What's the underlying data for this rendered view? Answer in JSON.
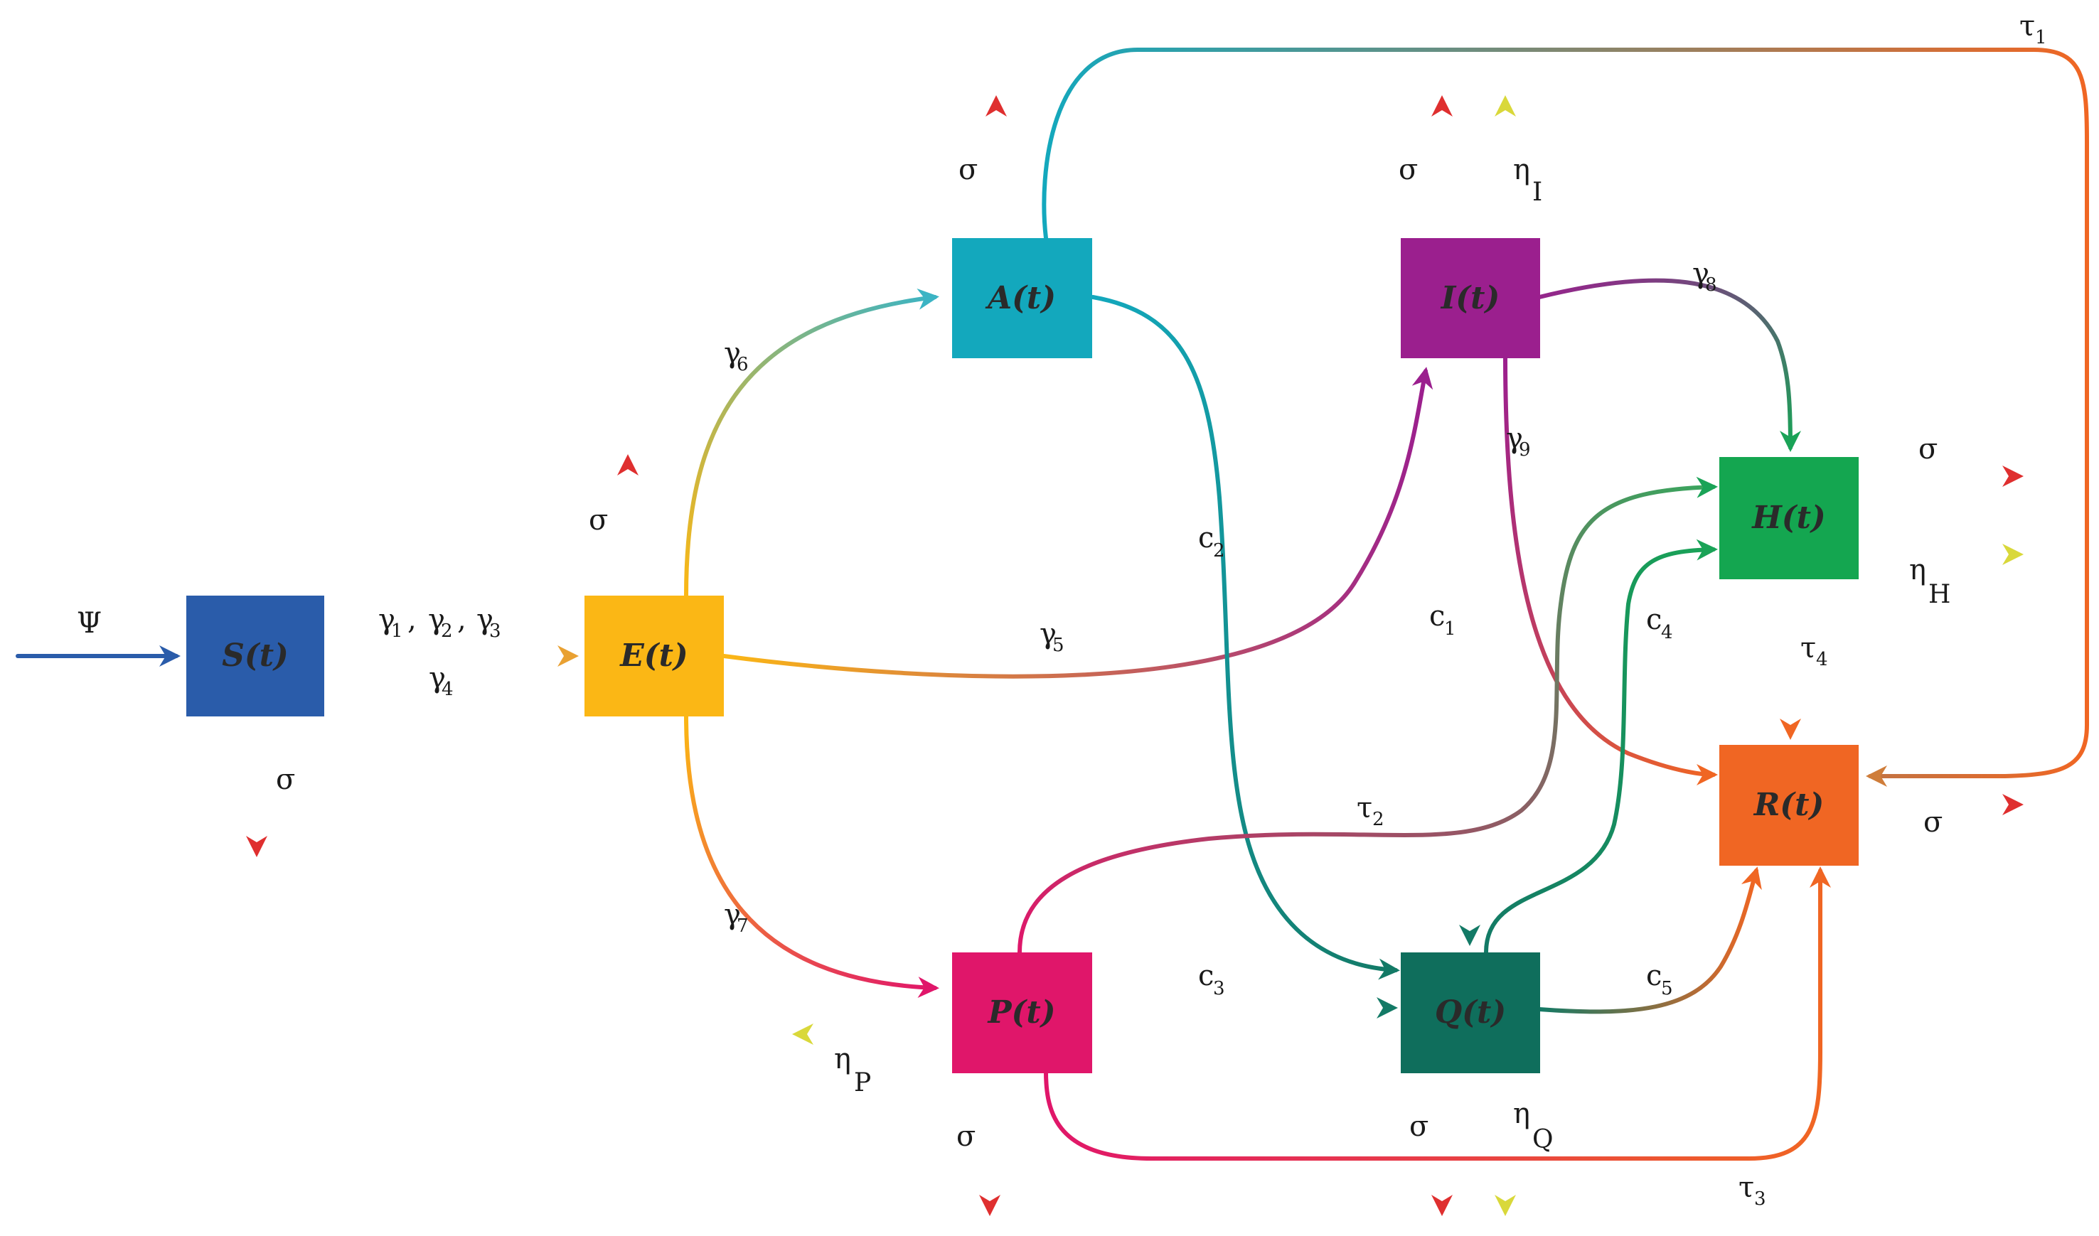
{
  "nodes": {
    "S": {
      "label": "S(t)",
      "color": "#2a5caa"
    },
    "E": {
      "label": "E(t)",
      "color": "#fbb715"
    },
    "A": {
      "label": "A(t)",
      "color": "#13a8bd"
    },
    "I": {
      "label": "I(t)",
      "color": "#9b1f8e"
    },
    "H": {
      "label": "H(t)",
      "color": "#14a650"
    },
    "R": {
      "label": "R(t)",
      "color": "#f06623"
    },
    "P": {
      "label": "P(t)",
      "color": "#e0166a"
    },
    "Q": {
      "label": "Q(t)",
      "color": "#0f6e5c"
    }
  },
  "edge_colors": {
    "death": "#df2f2f",
    "removal": "#d9d83a"
  },
  "labels": {
    "psi": "Ψ",
    "gamma_se_top": [
      "γ",
      "1",
      ",",
      "γ",
      "2",
      ",",
      "γ",
      "3"
    ],
    "gamma_se_bottom": [
      "γ",
      "4"
    ],
    "gamma6": [
      "γ",
      "6"
    ],
    "gamma5": [
      "γ",
      "5"
    ],
    "gamma7": [
      "γ",
      "7"
    ],
    "gamma8": [
      "γ",
      "8"
    ],
    "gamma9": [
      "γ",
      "9"
    ],
    "c1": [
      "c",
      "1"
    ],
    "c2": [
      "c",
      "2"
    ],
    "c3": [
      "c",
      "3"
    ],
    "c4": [
      "c",
      "4"
    ],
    "c5": [
      "c",
      "5"
    ],
    "tau1": [
      "τ",
      "1"
    ],
    "tau2": [
      "τ",
      "2"
    ],
    "tau3": [
      "τ",
      "3"
    ],
    "tau4": [
      "τ",
      "4"
    ],
    "sigma": "σ",
    "eta_I": [
      "η",
      "I"
    ],
    "eta_H": [
      "η",
      "H"
    ],
    "eta_P": [
      "η",
      "P"
    ],
    "eta_Q": [
      "η",
      "Q"
    ]
  }
}
